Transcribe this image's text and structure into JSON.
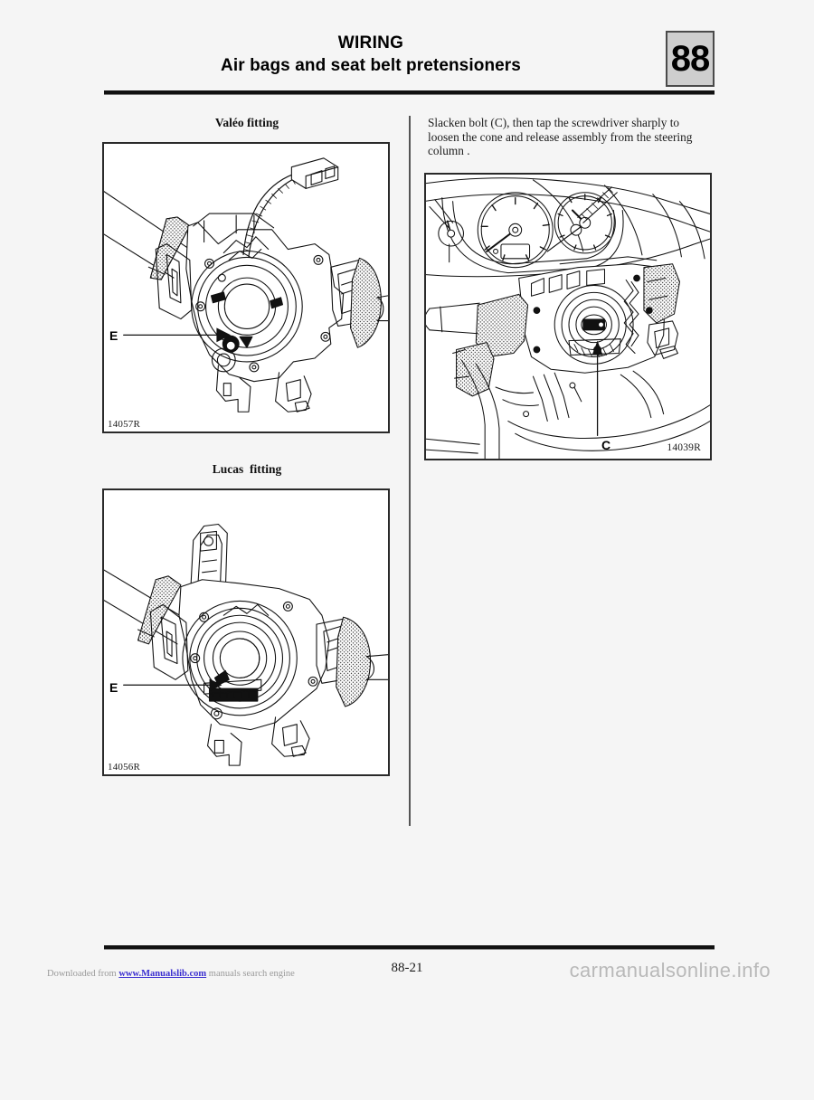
{
  "header": {
    "title_line1": "WIRING",
    "title_line2": "Air bags and seat belt pretensioners",
    "chapter_number": "88"
  },
  "left_column": {
    "figures": [
      {
        "caption": "Valéo fitting",
        "reference": "14057R",
        "callout": "E",
        "alt": "Exploded line drawing of Valéo steering column switch assembly with rotary coupler"
      },
      {
        "caption": "Lucas  fitting",
        "reference": "14056R",
        "callout": "E",
        "alt": "Exploded line drawing of Lucas steering column switch assembly with rotary coupler"
      }
    ]
  },
  "right_column": {
    "instruction": "Slacken bolt (C), then tap the screwdriver sharply to loosen the cone and release  assembly from the steering column .",
    "figure": {
      "reference": "14039R",
      "callout": "C",
      "alt": "Line drawing of dashboard instrument cluster and steering column with switch assembly"
    }
  },
  "footer": {
    "downloaded_prefix": "Downloaded from ",
    "link_text": "www.Manualslib.com",
    "downloaded_suffix": " manuals search engine",
    "page_number": "88-21",
    "watermark": "carmanualsonline.info"
  },
  "colors": {
    "background": "#f5f5f5",
    "rule": "#111111",
    "chapter_box_fill": "#cecece",
    "link": "#3b2fd0",
    "watermark": "#b9b9b9"
  }
}
